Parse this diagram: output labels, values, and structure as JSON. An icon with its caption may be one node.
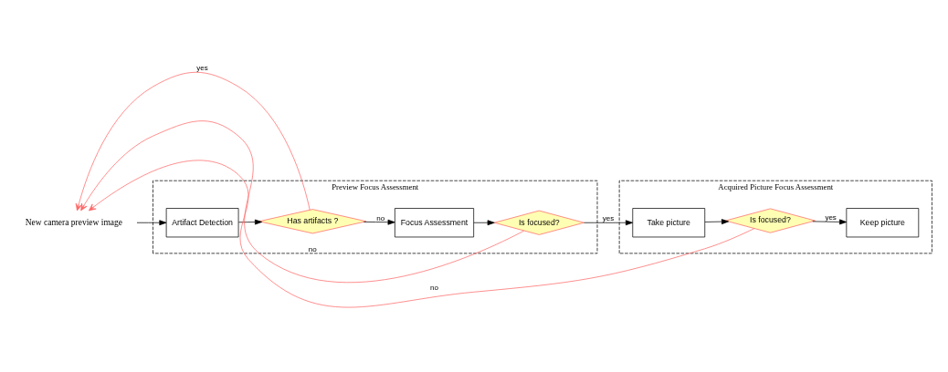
{
  "diagram": {
    "nodes": [
      {
        "text": [
          "Preview Focus Assessment"
        ]
      },
      {
        "text": [
          "Acquired Picture Focus Assessment"
        ]
      },
      {
        "text": [
          "New camera preview image"
        ]
      },
      {
        "text": [
          "Artifact Detection"
        ],
        "in": 0
      },
      {
        "text": [
          "Has artifacts ?"
        ],
        "in": 0
      },
      {
        "text": [
          "Focus Assessment"
        ],
        "in": 0
      },
      {
        "text": [
          "Is focused?"
        ],
        "in": 0
      },
      {
        "text": [
          "Take picture"
        ],
        "in": 1
      },
      {
        "text": [
          "Is focused?"
        ],
        "in": 1
      },
      {
        "text": [
          "Keep picture"
        ],
        "in": 1
      }
    ],
    "edges": [
      {
        "from": 2,
        "to": 3,
        "arrow": "to"
      },
      {
        "from": 3,
        "to": 4,
        "arrow": "to"
      },
      {
        "from": 4,
        "to": 5,
        "arrow": "to",
        "label": "no"
      },
      {
        "from": 5,
        "to": 6,
        "arrow": "to"
      },
      {
        "from": 6,
        "to": 7,
        "arrow": "to",
        "label": "yes"
      },
      {
        "from": 7,
        "to": 8,
        "arrow": "to"
      },
      {
        "from": 8,
        "to": 9,
        "arrow": "to",
        "label": "yes"
      },
      {
        "from": 4,
        "to": 2,
        "arrow": "to",
        "label": "yes",
        "color": "#ff6666"
      },
      {
        "from": 6,
        "to": 2,
        "arrow": "to",
        "label": "no",
        "color": "#ff6666"
      },
      {
        "from": 8,
        "to": 2,
        "arrow": "to",
        "label": "no",
        "color": "#ff6666"
      }
    ]
  }
}
